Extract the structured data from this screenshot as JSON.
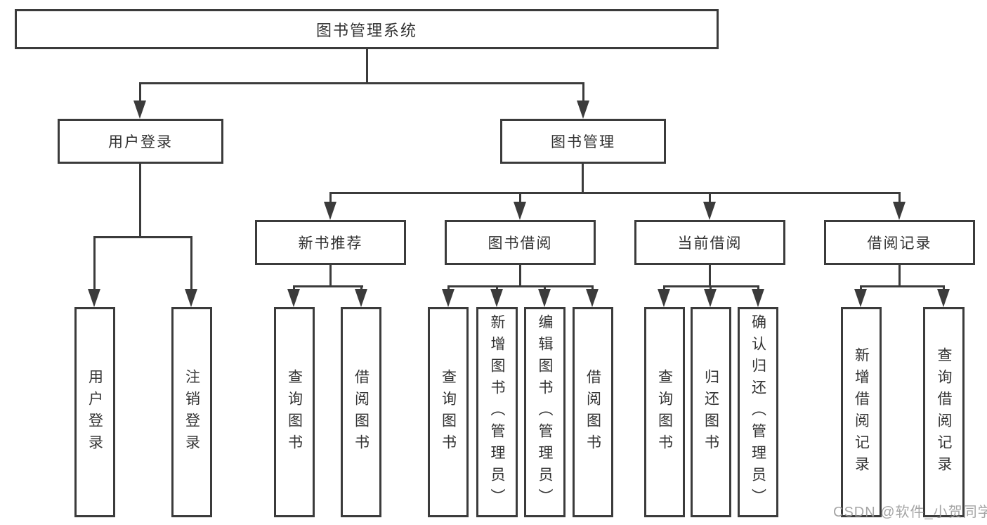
{
  "title": "图书管理系统",
  "nodes": {
    "root": {
      "label": "图书管理系统"
    },
    "level1": {
      "user_login": {
        "label": "用户登录"
      },
      "book_mgmt": {
        "label": "图书管理"
      }
    },
    "level2": {
      "new_book_rec": {
        "label": "新书推荐"
      },
      "book_borrow": {
        "label": "图书借阅"
      },
      "current_borrow": {
        "label": "当前借阅"
      },
      "borrow_record": {
        "label": "借阅记录"
      }
    },
    "leaves": {
      "user_login": {
        "label": "用户登录"
      },
      "logout": {
        "label": "注销登录"
      },
      "rec_query_book": {
        "label": "查询图书"
      },
      "rec_borrow_book": {
        "label": "借阅图书"
      },
      "borrow_query_book": {
        "label": "查询图书"
      },
      "borrow_add_book": {
        "label": "新增图书（管理员）"
      },
      "borrow_edit_book": {
        "label": "编辑图书（管理员）"
      },
      "borrow_borrow_book": {
        "label": "借阅图书"
      },
      "current_query_book": {
        "label": "查询图书"
      },
      "current_return_book": {
        "label": "归还图书"
      },
      "current_confirm_return": {
        "label": "确认归还（管理员）"
      },
      "record_add": {
        "label": "新增借阅记录"
      },
      "record_query": {
        "label": "查询借阅记录"
      }
    }
  },
  "watermark": {
    "text": "CSDN @软件_小贺同学"
  },
  "colors": {
    "line": "#3b3b3b",
    "text": "#333333",
    "watermark": "#9c9c9c",
    "background": "#ffffff"
  }
}
